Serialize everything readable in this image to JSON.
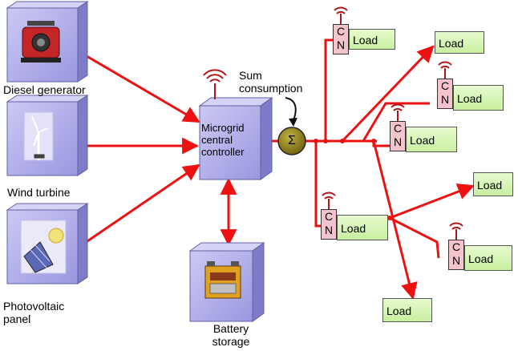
{
  "sources": [
    {
      "label": "Diesel generator",
      "icon": "diesel-generator-icon"
    },
    {
      "label": "Wind turbine",
      "icon": "wind-turbine-icon"
    },
    {
      "label": "Photovoltaic panel",
      "icon": "solar-panel-icon"
    }
  ],
  "controller": {
    "label": "Microgrid central controller"
  },
  "storage": {
    "label": "Battery storage",
    "icon": "battery-icon"
  },
  "sum": {
    "label": "Sum consumption",
    "symbol": "Σ"
  },
  "cn": {
    "c": "C",
    "n": "N"
  },
  "load_label": "Load",
  "colors": {
    "link": "#ee1111",
    "cube_face": "#b4b2ee",
    "load_fill": "#d8f5b8",
    "cn_fill": "#f4c4cc",
    "sigma_fill": "#8a7a1a"
  }
}
